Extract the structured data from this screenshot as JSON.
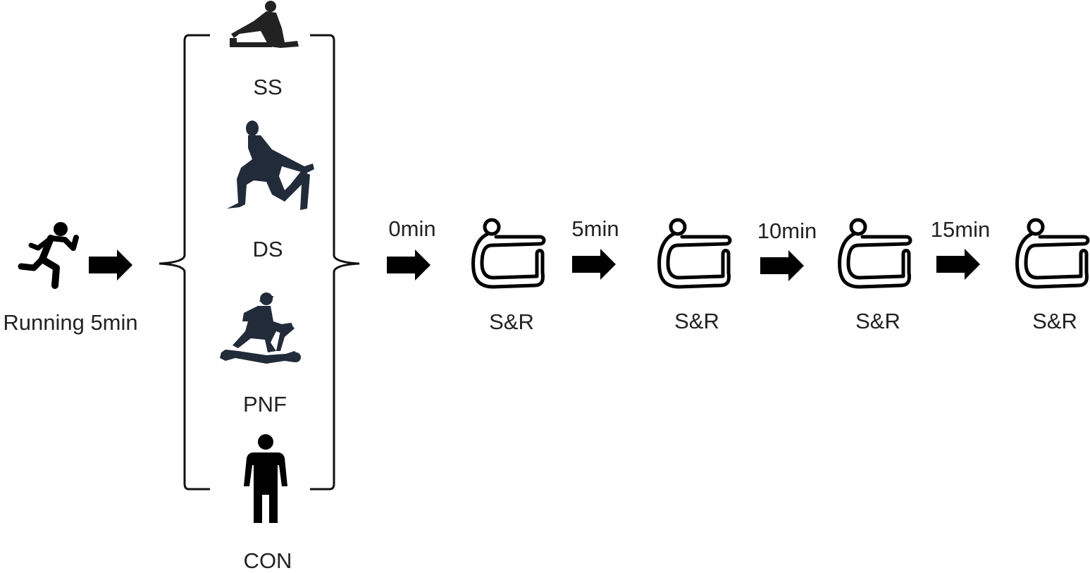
{
  "start": {
    "label": "Running 5min",
    "icon": "running-person-icon"
  },
  "groups": [
    {
      "label": "SS",
      "icon": "seated-hamstring-stretch-icon"
    },
    {
      "label": "DS",
      "icon": "lunge-quad-stretch-icon"
    },
    {
      "label": "PNF",
      "icon": "partner-assisted-stretch-icon"
    },
    {
      "label": "CON",
      "icon": "standing-person-icon"
    }
  ],
  "timeline": {
    "intervals": [
      "0min",
      "5min",
      "10min",
      "15min"
    ],
    "measure_label": "S&R",
    "measure_icon": "sit-and-reach-icon"
  },
  "colors": {
    "icon": "#000000",
    "photo_icon": "#222b3a",
    "text": "#222222"
  }
}
